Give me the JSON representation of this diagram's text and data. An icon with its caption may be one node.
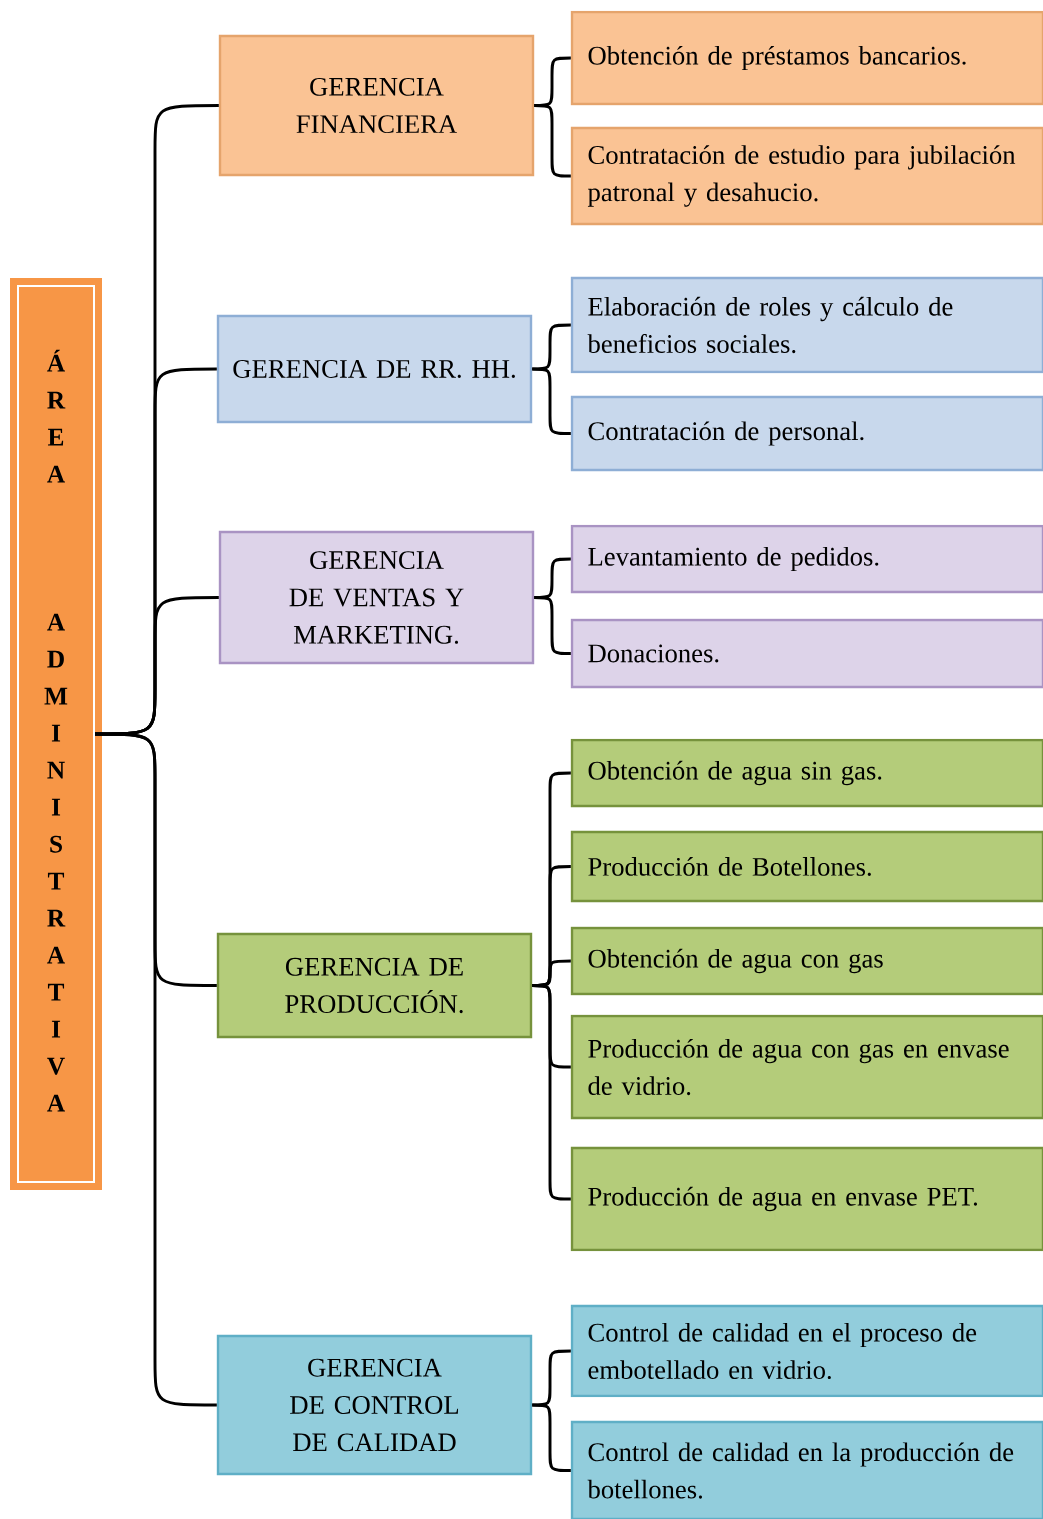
{
  "diagram": {
    "nodes": [
      {
        "text": [
          "ÁREA ADMINISTRATIVA"
        ]
      },
      {
        "text": [
          "GERENCIA FINANCIERA"
        ]
      },
      {
        "text": [
          "Obtención de préstamos bancarios."
        ]
      },
      {
        "text": [
          "Contratación de estudio para jubilación patronal y desahucio."
        ]
      },
      {
        "text": [
          "GERENCIA DE RR. HH."
        ]
      },
      {
        "text": [
          "Elaboración de roles y cálculo de beneficios sociales."
        ]
      },
      {
        "text": [
          "Contratación de personal."
        ]
      },
      {
        "text": [
          "GERENCIA DE VENTAS Y MARKETING."
        ]
      },
      {
        "text": [
          "Levantamiento de pedidos."
        ]
      },
      {
        "text": [
          "Donaciones."
        ]
      },
      {
        "text": [
          "GERENCIA DE PRODUCCIÓN."
        ]
      },
      {
        "text": [
          "Obtención de agua sin gas."
        ]
      },
      {
        "text": [
          "Producción de Botellones."
        ]
      },
      {
        "text": [
          "Obtención de agua con gas"
        ]
      },
      {
        "text": [
          "Producción de agua con gas en envase de vidrio."
        ]
      },
      {
        "text": [
          "Producción de agua en envase PET."
        ]
      },
      {
        "text": [
          "GERENCIA DE CONTROL DE CALIDAD"
        ]
      },
      {
        "text": [
          "Control de calidad en el proceso de embotellado en vidrio."
        ]
      },
      {
        "text": [
          "Control de calidad en la producción de botellones."
        ]
      }
    ],
    "edges": [
      {
        "from": 0,
        "to": 1,
        "arrow": "none"
      },
      {
        "from": 0,
        "to": 4,
        "arrow": "none"
      },
      {
        "from": 0,
        "to": 7,
        "arrow": "none"
      },
      {
        "from": 0,
        "to": 10,
        "arrow": "none"
      },
      {
        "from": 0,
        "to": 16,
        "arrow": "none"
      },
      {
        "from": 1,
        "to": 2,
        "arrow": "none"
      },
      {
        "from": 1,
        "to": 3,
        "arrow": "none"
      },
      {
        "from": 4,
        "to": 5,
        "arrow": "none"
      },
      {
        "from": 4,
        "to": 6,
        "arrow": "none"
      },
      {
        "from": 7,
        "to": 8,
        "arrow": "none"
      },
      {
        "from": 7,
        "to": 9,
        "arrow": "none"
      },
      {
        "from": 10,
        "to": 11,
        "arrow": "none"
      },
      {
        "from": 10,
        "to": 12,
        "arrow": "none"
      },
      {
        "from": 10,
        "to": 13,
        "arrow": "none"
      },
      {
        "from": 10,
        "to": 14,
        "arrow": "none"
      },
      {
        "from": 10,
        "to": 15,
        "arrow": "none"
      },
      {
        "from": 16,
        "to": 17,
        "arrow": "none"
      },
      {
        "from": 16,
        "to": 18,
        "arrow": "none"
      }
    ]
  }
}
